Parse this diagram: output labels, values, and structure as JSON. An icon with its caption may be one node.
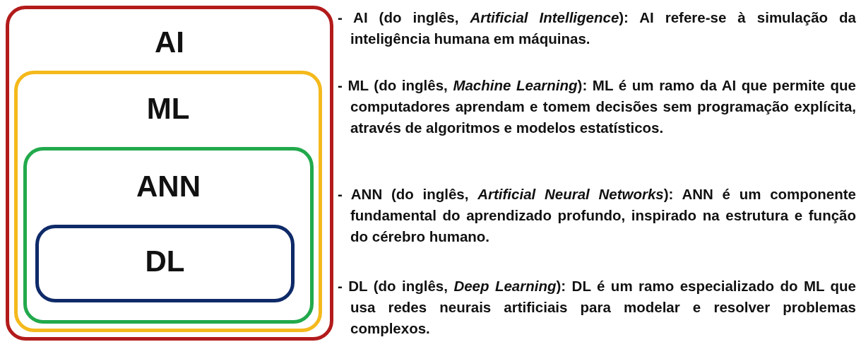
{
  "diagram": {
    "nodes": [
      {
        "text": [
          "AI"
        ]
      },
      {
        "text": [
          "ML"
        ],
        "in": 0
      },
      {
        "text": [
          "ANN"
        ],
        "in": 1
      },
      {
        "text": [
          "DL"
        ],
        "in": 2
      }
    ],
    "labels": [
      "- AI (do inglês, *Artificial Intelligence*): AI refere-se à simulação da inteligência humana em máquinas.",
      "- ML (do inglês, *Machine Learning*): ML é um ramo da AI que permite que computadores aprendam e tomem decisões sem programação explícita, através de algoritmos e modelos estatísticos.",
      "- ANN (do inglês, *Artificial Neural Networks*): ANN é um componente fundamental do aprendizado profundo, inspirado na estrutura e função do cérebro humano.",
      "- DL (do inglês, *Deep Learning*): DL é um ramo especializado do ML que usa redes neurais artificiais para modelar e resolver problemas complexos."
    ]
  }
}
